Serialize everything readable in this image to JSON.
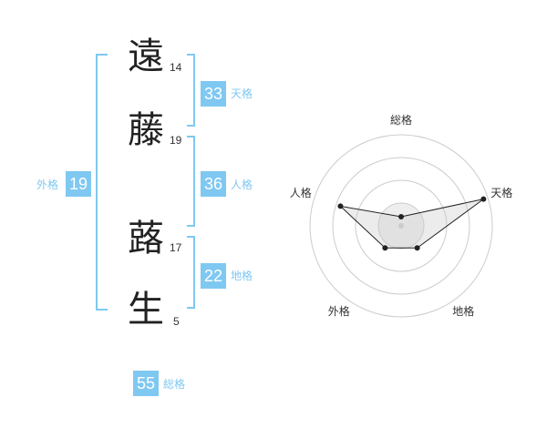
{
  "name_chars": [
    {
      "char": "遠",
      "strokes": "14"
    },
    {
      "char": "藤",
      "strokes": "19"
    },
    {
      "char": "蕗",
      "strokes": "17"
    },
    {
      "char": "生",
      "strokes": "5"
    }
  ],
  "kaku": {
    "tenkaku": {
      "value": "33",
      "label": "天格"
    },
    "jinkaku": {
      "value": "36",
      "label": "人格"
    },
    "chikaku": {
      "value": "22",
      "label": "地格"
    },
    "gaikaku": {
      "value": "19",
      "label": "外格"
    },
    "soukaku": {
      "value": "55",
      "label": "総格"
    }
  },
  "colors": {
    "accent": "#7fc8f2",
    "text": "#222222"
  },
  "chart_data": {
    "type": "radar",
    "axes": [
      "総格",
      "天格",
      "地格",
      "外格",
      "人格"
    ],
    "values": [
      0.1,
      0.95,
      0.3,
      0.3,
      0.7
    ],
    "rings": 4,
    "range": [
      0,
      1
    ]
  }
}
